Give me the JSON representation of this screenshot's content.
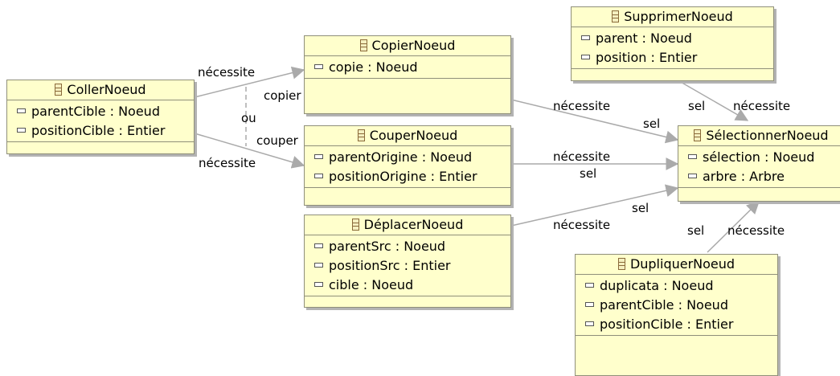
{
  "classes": {
    "coller": {
      "name": "CollerNoeud",
      "attrs": [
        "parentCible : Noeud",
        "positionCible : Entier"
      ]
    },
    "copier": {
      "name": "CopierNoeud",
      "attrs": [
        "copie : Noeud"
      ]
    },
    "couper": {
      "name": "CouperNoeud",
      "attrs": [
        "parentOrigine : Noeud",
        "positionOrigine : Entier"
      ]
    },
    "deplacer": {
      "name": "DéplacerNoeud",
      "attrs": [
        "parentSrc : Noeud",
        "positionSrc : Entier",
        "cible : Noeud"
      ]
    },
    "supprimer": {
      "name": "SupprimerNoeud",
      "attrs": [
        "parent : Noeud",
        "position : Entier"
      ]
    },
    "selectionner": {
      "name": "SélectionnerNoeud",
      "attrs": [
        "sélection : Noeud",
        "arbre : Arbre"
      ]
    },
    "dupliquer": {
      "name": "DupliquerNoeud",
      "attrs": [
        "duplicata : Noeud",
        "parentCible : Noeud",
        "positionCible : Entier"
      ]
    }
  },
  "labels": {
    "coller_copier_necessite": "nécessite",
    "coller_copier_role": "copier",
    "coller_couper_necessite": "nécessite",
    "coller_couper_role": "couper",
    "ou": "ou",
    "copier_sel_necessite": "nécessite",
    "copier_sel_role": "sel",
    "couper_sel_necessite": "nécessite",
    "couper_sel_role": "sel",
    "deplacer_sel_necessite": "nécessite",
    "deplacer_sel_role": "sel",
    "supprimer_sel_role": "sel",
    "supprimer_sel_necessite": "nécessite",
    "dupliquer_sel_role": "sel",
    "dupliquer_sel_necessite": "nécessite"
  },
  "colors": {
    "class_fill": "#ffffcc",
    "class_border": "#8f8f7a",
    "connector": "#aaaaaa",
    "shadow": "#b3b3b3"
  }
}
